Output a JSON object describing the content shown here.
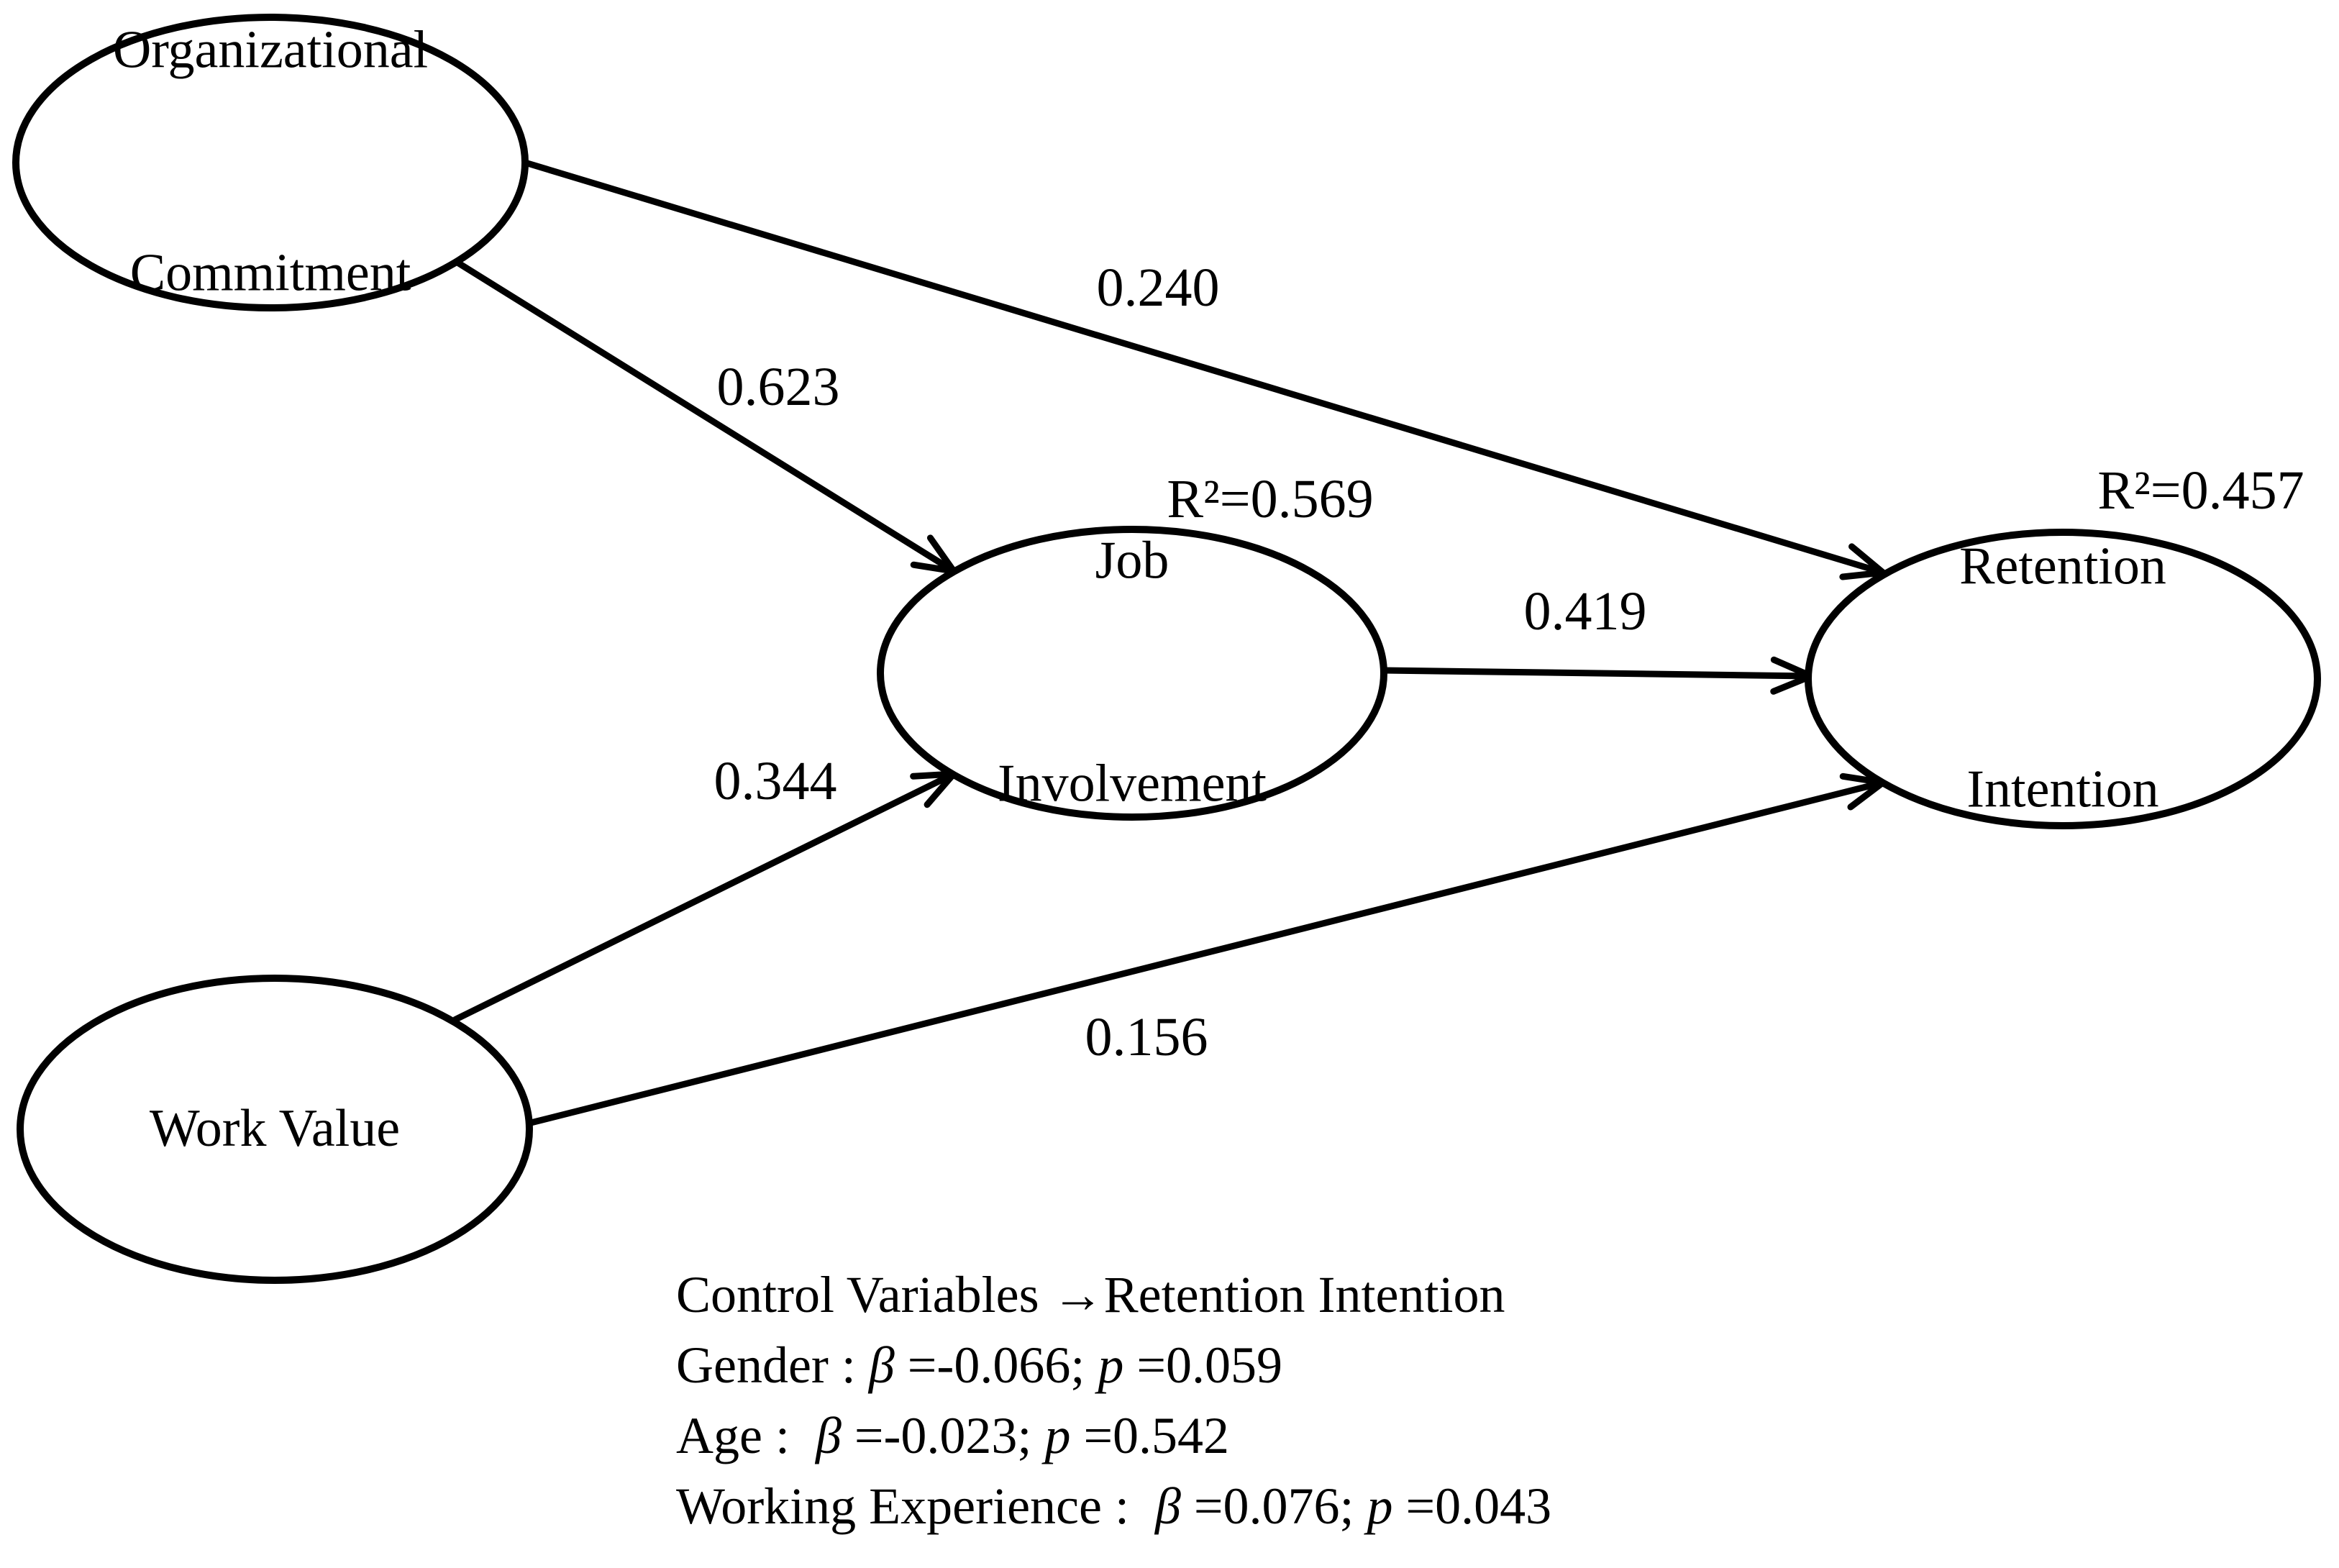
{
  "nodes": {
    "organizational_commitment": {
      "line1": "Organizational",
      "line2": "Commitment"
    },
    "work_value": {
      "line1": "Work Value",
      "line2": ""
    },
    "job_involvement": {
      "line1": "Job",
      "line2": "Involvement",
      "r_squared": "R²=0.569"
    },
    "retention_intention": {
      "line1": "Retention",
      "line2": "Intention",
      "r_squared": "R²=0.457"
    }
  },
  "edges": [
    {
      "from": "Organizational Commitment",
      "to": "Retention Intention",
      "coefficient": "0.240"
    },
    {
      "from": "Organizational Commitment",
      "to": "Job Involvement",
      "coefficient": "0.623"
    },
    {
      "from": "Work Value",
      "to": "Job Involvement",
      "coefficient": "0.344"
    },
    {
      "from": "Job Involvement",
      "to": "Retention Intention",
      "coefficient": "0.419"
    },
    {
      "from": "Work Value",
      "to": "Retention Intention",
      "coefficient": "0.156"
    }
  ],
  "control_variables_note": {
    "heading": [
      {
        "text": "Control Variables →Retention Intention"
      }
    ],
    "lines": [
      [
        {
          "text": "Gender : "
        },
        {
          "text": "β",
          "italic": true
        },
        {
          "text": " =-0.066; "
        },
        {
          "text": "p",
          "italic": true
        },
        {
          "text": " =0.059"
        }
      ],
      [
        {
          "text": "Age :  "
        },
        {
          "text": "β",
          "italic": true
        },
        {
          "text": " =-0.023; "
        },
        {
          "text": "p",
          "italic": true
        },
        {
          "text": " =0.542"
        }
      ],
      [
        {
          "text": "Working Experience :  "
        },
        {
          "text": "β",
          "italic": true
        },
        {
          "text": " =0.076; "
        },
        {
          "text": "p",
          "italic": true
        },
        {
          "text": " =0.043"
        }
      ]
    ]
  },
  "colors": {
    "background": "#ffffff",
    "stroke": "#000000",
    "text": "#000000"
  }
}
